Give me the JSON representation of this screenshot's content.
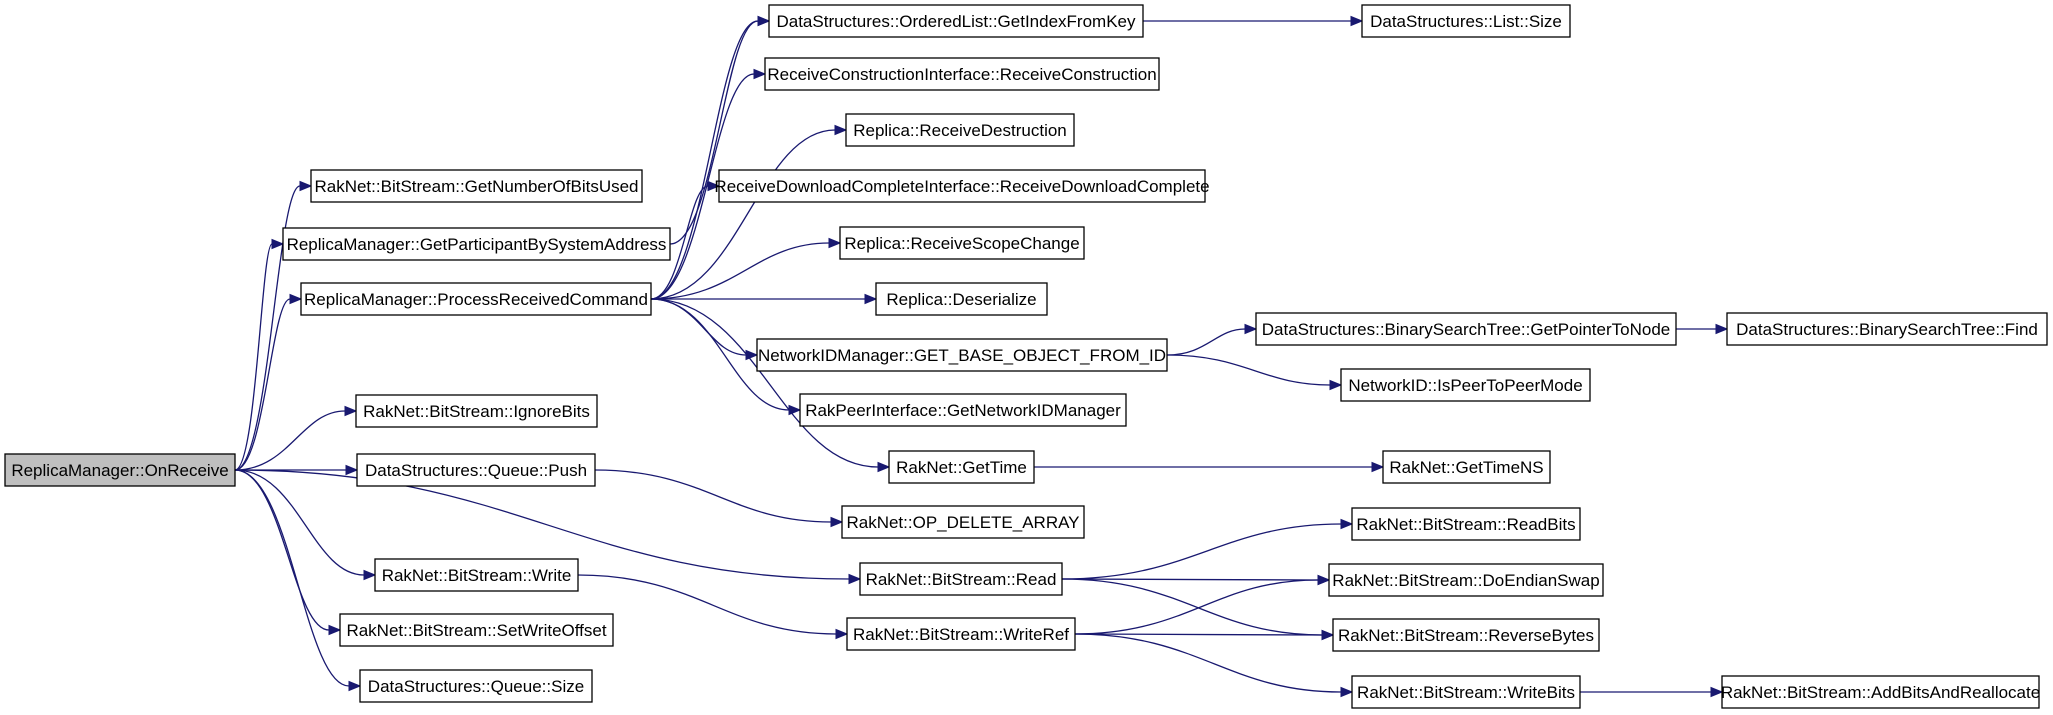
{
  "nodes": [
    {
      "id": "root",
      "label": "ReplicaManager::OnReceive"
    },
    {
      "id": "getNumBits",
      "label": "RakNet::BitStream::GetNumberOfBitsUsed"
    },
    {
      "id": "getParticipant",
      "label": "ReplicaManager::GetParticipantBySystemAddress"
    },
    {
      "id": "processCmd",
      "label": "ReplicaManager::ProcessReceivedCommand"
    },
    {
      "id": "ignoreBits",
      "label": "RakNet::BitStream::IgnoreBits"
    },
    {
      "id": "queuePush",
      "label": "DataStructures::Queue::Push"
    },
    {
      "id": "bsWrite",
      "label": "RakNet::BitStream::Write"
    },
    {
      "id": "setWriteOffset",
      "label": "RakNet::BitStream::SetWriteOffset"
    },
    {
      "id": "queueSize",
      "label": "DataStructures::Queue::Size"
    },
    {
      "id": "getIndexFromKey",
      "label": "DataStructures::OrderedList::GetIndexFromKey"
    },
    {
      "id": "recvConstruction",
      "label": "ReceiveConstructionInterface::ReceiveConstruction"
    },
    {
      "id": "recvDestruction",
      "label": "Replica::ReceiveDestruction"
    },
    {
      "id": "recvDownload",
      "label": "ReceiveDownloadCompleteInterface::ReceiveDownloadComplete"
    },
    {
      "id": "recvScope",
      "label": "Replica::ReceiveScopeChange"
    },
    {
      "id": "deserialize",
      "label": "Replica::Deserialize"
    },
    {
      "id": "getBaseObj",
      "label": "NetworkIDManager::GET_BASE_OBJECT_FROM_ID"
    },
    {
      "id": "getNetIDMgr",
      "label": "RakPeerInterface::GetNetworkIDManager"
    },
    {
      "id": "getTime",
      "label": "RakNet::GetTime"
    },
    {
      "id": "opDelete",
      "label": "RakNet::OP_DELETE_ARRAY"
    },
    {
      "id": "bsRead",
      "label": "RakNet::BitStream::Read"
    },
    {
      "id": "writeRef",
      "label": "RakNet::BitStream::WriteRef"
    },
    {
      "id": "listSize",
      "label": "DataStructures::List::Size"
    },
    {
      "id": "getPtrToNode",
      "label": "DataStructures::BinarySearchTree::GetPointerToNode"
    },
    {
      "id": "isP2P",
      "label": "NetworkID::IsPeerToPeerMode"
    },
    {
      "id": "getTimeNS",
      "label": "RakNet::GetTimeNS"
    },
    {
      "id": "readBits",
      "label": "RakNet::BitStream::ReadBits"
    },
    {
      "id": "endianSwap",
      "label": "RakNet::BitStream::DoEndianSwap"
    },
    {
      "id": "reverseBytes",
      "label": "RakNet::BitStream::ReverseBytes"
    },
    {
      "id": "writeBits",
      "label": "RakNet::BitStream::WriteBits"
    },
    {
      "id": "bstFind",
      "label": "DataStructures::BinarySearchTree::Find"
    },
    {
      "id": "addBits",
      "label": "RakNet::BitStream::AddBitsAndReallocate"
    }
  ],
  "edges": [
    {
      "from": "root",
      "to": "getNumBits"
    },
    {
      "from": "root",
      "to": "getParticipant"
    },
    {
      "from": "root",
      "to": "processCmd"
    },
    {
      "from": "root",
      "to": "ignoreBits"
    },
    {
      "from": "root",
      "to": "queuePush"
    },
    {
      "from": "root",
      "to": "bsWrite"
    },
    {
      "from": "root",
      "to": "setWriteOffset"
    },
    {
      "from": "root",
      "to": "queueSize"
    },
    {
      "from": "root",
      "to": "bsRead"
    },
    {
      "from": "getParticipant",
      "to": "getIndexFromKey"
    },
    {
      "from": "processCmd",
      "to": "getIndexFromKey"
    },
    {
      "from": "processCmd",
      "to": "recvConstruction"
    },
    {
      "from": "processCmd",
      "to": "recvDestruction"
    },
    {
      "from": "processCmd",
      "to": "recvDownload"
    },
    {
      "from": "processCmd",
      "to": "recvScope"
    },
    {
      "from": "processCmd",
      "to": "deserialize"
    },
    {
      "from": "processCmd",
      "to": "getBaseObj"
    },
    {
      "from": "processCmd",
      "to": "getNetIDMgr"
    },
    {
      "from": "processCmd",
      "to": "getTime"
    },
    {
      "from": "queuePush",
      "to": "opDelete"
    },
    {
      "from": "bsWrite",
      "to": "writeRef"
    },
    {
      "from": "getIndexFromKey",
      "to": "listSize"
    },
    {
      "from": "getBaseObj",
      "to": "getPtrToNode"
    },
    {
      "from": "getBaseObj",
      "to": "isP2P"
    },
    {
      "from": "getPtrToNode",
      "to": "bstFind"
    },
    {
      "from": "getTime",
      "to": "getTimeNS"
    },
    {
      "from": "bsRead",
      "to": "readBits"
    },
    {
      "from": "bsRead",
      "to": "endianSwap"
    },
    {
      "from": "bsRead",
      "to": "reverseBytes"
    },
    {
      "from": "writeRef",
      "to": "endianSwap"
    },
    {
      "from": "writeRef",
      "to": "reverseBytes"
    },
    {
      "from": "writeRef",
      "to": "writeBits"
    },
    {
      "from": "writeBits",
      "to": "addBits"
    }
  ]
}
